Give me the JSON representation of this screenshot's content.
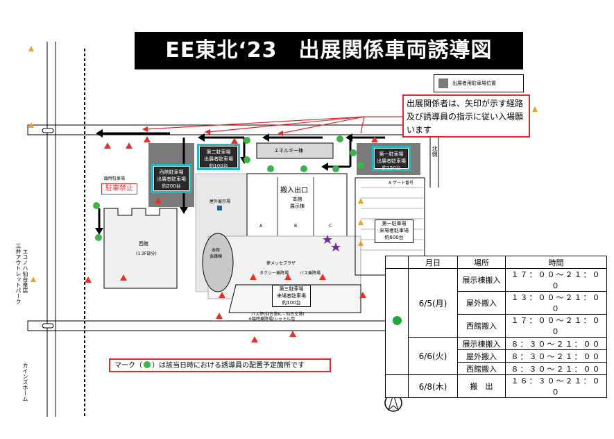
{
  "title": "EE東北‘23　出展関係車両誘導図",
  "legend": {
    "label": "出展者用駐車場位置"
  },
  "notice": {
    "text": "出展関係者は、矢印が示す経路及び誘導員の指示に従い入場願います"
  },
  "mark_note": {
    "prefix": "マーク（",
    "suffix": "）は該当日時における誘導員の配置予定箇所です"
  },
  "compass": {
    "label": "N"
  },
  "map_labels": {
    "main_entrance": "搬入出口",
    "main_hall": "本館\n展示棟",
    "hall_a": "A",
    "hall_b": "B",
    "hall_c": "C",
    "energy_bldg": "エネルギー棟",
    "outdoor_exhibit": "屋外展示場",
    "west_hall": "西館",
    "west_hall_sub": "(1.3F部分)",
    "main_conf": "本館\n会議棟",
    "parking_area_label": "臨時駐車場",
    "no_parking": "駐車禁止",
    "left_road_1": "エコノハ仙台泉店",
    "left_road_2": "三井アウトレットパーク",
    "left_road_3": "カインズホーム",
    "messe_plaza": "夢メッセプラザ",
    "taxi": "タクシー乗降場",
    "bus": "バス乗降場",
    "bus_note": "バス停(仙台港IC - 仙台空港)",
    "bus_note2": "※臨時乗降場/シャトル用",
    "gate": "A ゲート番号",
    "side": "北側"
  },
  "lots": {
    "lot2": "第二駐車場\n出展者駐車場\n約100台",
    "lot1": "第一駐車場\n出展者駐車場\n約150台",
    "lot_west": "西館駐車場\n出展者駐車場\n約200台",
    "lot1_visitor": "第一駐車場\n来場者駐車場\n約600台",
    "lot3": "第三駐車場\n来場者駐車場\n約100台"
  },
  "schedule": {
    "headers": [
      "月日",
      "場所",
      "時間"
    ],
    "rows": [
      {
        "date": "6/5(月)",
        "place": "展示棟搬入",
        "time": "１７：００～２１：００"
      },
      {
        "date": "",
        "place": "屋外搬入",
        "time": "１３：００～２１：００"
      },
      {
        "date": "",
        "place": "西館搬入",
        "time": "１７：００～２１：００"
      },
      {
        "date": "6/6(火)",
        "place": "展示棟搬入",
        "time": "８：３０～２１：００"
      },
      {
        "date": "",
        "place": "屋外搬入",
        "time": "８：３０～２１：００"
      },
      {
        "date": "",
        "place": "西館搬入",
        "time": "８：３０～２１：００"
      },
      {
        "date": "6/8(木)",
        "place": "搬　出",
        "time": "１６：３０～２１：００"
      }
    ]
  },
  "colors": {
    "arrow_red": "#e0282c",
    "guide_green": "#3bb44a",
    "lot_border": "#25b8c4",
    "cone_red": "#e53228",
    "signal_orange": "#f0a020"
  }
}
